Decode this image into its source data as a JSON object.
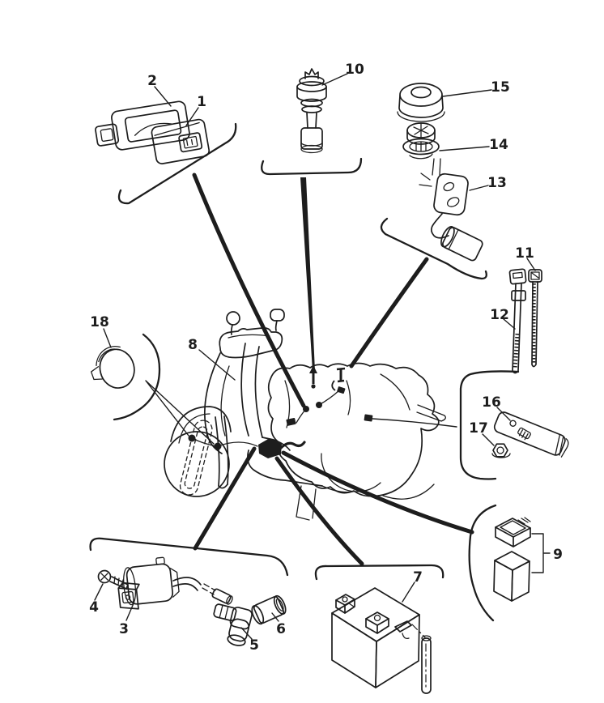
{
  "page": {
    "background": "#ffffff",
    "ink": "#1d1d1d"
  },
  "diagram": {
    "callouts": [
      {
        "label": "1"
      },
      {
        "label": "2"
      },
      {
        "label": "3"
      },
      {
        "label": "4"
      },
      {
        "label": "5"
      },
      {
        "label": "6"
      },
      {
        "label": "7"
      },
      {
        "label": "8"
      },
      {
        "label": "9"
      },
      {
        "label": "10"
      },
      {
        "label": "11"
      },
      {
        "label": "12"
      },
      {
        "label": "13"
      },
      {
        "label": "14"
      },
      {
        "label": "15"
      },
      {
        "label": "16"
      },
      {
        "label": "17"
      },
      {
        "label": "18"
      }
    ]
  }
}
